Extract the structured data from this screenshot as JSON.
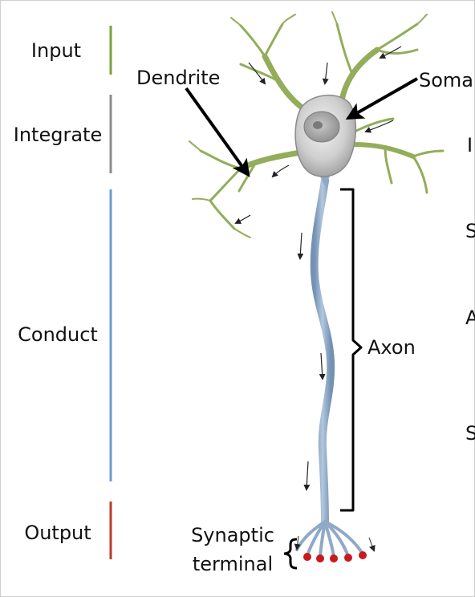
{
  "stages": [
    {
      "label": "Input",
      "color": "#7aa33c"
    },
    {
      "label": "Integrate",
      "color": "#8c8c8c"
    },
    {
      "label": "Conduct",
      "color": "#6e9bd4"
    },
    {
      "label": "Output",
      "color": "#c0392b"
    }
  ],
  "parts": {
    "dendrite": "Dendrite",
    "soma": "Soma",
    "axon": "Axon",
    "synaptic_line1": "Synaptic",
    "synaptic_line2": "terminal"
  },
  "colors": {
    "dendrite": "#93ad5a",
    "axon": "#8fa9c6",
    "soma": "#d4d4d4",
    "terminal_bouton": "#c8191e"
  },
  "cutoff_text": [
    "I",
    "S",
    "A",
    "S"
  ]
}
